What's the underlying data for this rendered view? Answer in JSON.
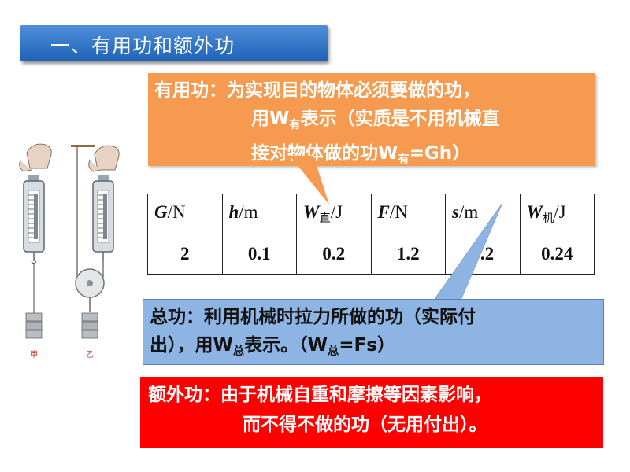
{
  "title": "一、有用功和额外功",
  "useful": {
    "line1": "有用功：为实现目的物体必须要做的功，",
    "line2_prefix": "用W",
    "line2_sub": "有",
    "line2_suffix": "表示（实质是不用机械直",
    "line3_prefix": "接对物体做的功W",
    "line3_sub": "有",
    "line3_suffix": "=Gh）"
  },
  "table": {
    "headers": [
      {
        "sym": "G",
        "sub": "",
        "unit": "/N"
      },
      {
        "sym": "h",
        "sub": "",
        "unit": "/m"
      },
      {
        "sym": "W",
        "sub": "直",
        "unit": "/J"
      },
      {
        "sym": "F",
        "sub": "",
        "unit": "/N"
      },
      {
        "sym": "s",
        "sub": "",
        "unit": "/m"
      },
      {
        "sym": "W",
        "sub": "机",
        "unit": "/J"
      }
    ],
    "values": [
      "2",
      "0.1",
      "0.2",
      "1.2",
      "0.2",
      "0.24"
    ]
  },
  "total": {
    "line1": "总功：利用机械时拉力所做的功（实际付",
    "line2_a": "出），用W",
    "line2_sub1": "总",
    "line2_b": "表示。（W",
    "line2_sub2": "总",
    "line2_c": "=Fs）"
  },
  "extra": {
    "line1": "额外功：由于机械自重和摩擦等因素影响，",
    "line2": "而不得不做的功（无用付出）。"
  },
  "figure": {
    "label_left": "甲",
    "label_right": "乙"
  },
  "colors": {
    "title_bg": "#1f63b8",
    "useful_bg": "#f59a4e",
    "total_bg": "#8eb4e3",
    "extra_bg": "#ff0000"
  }
}
